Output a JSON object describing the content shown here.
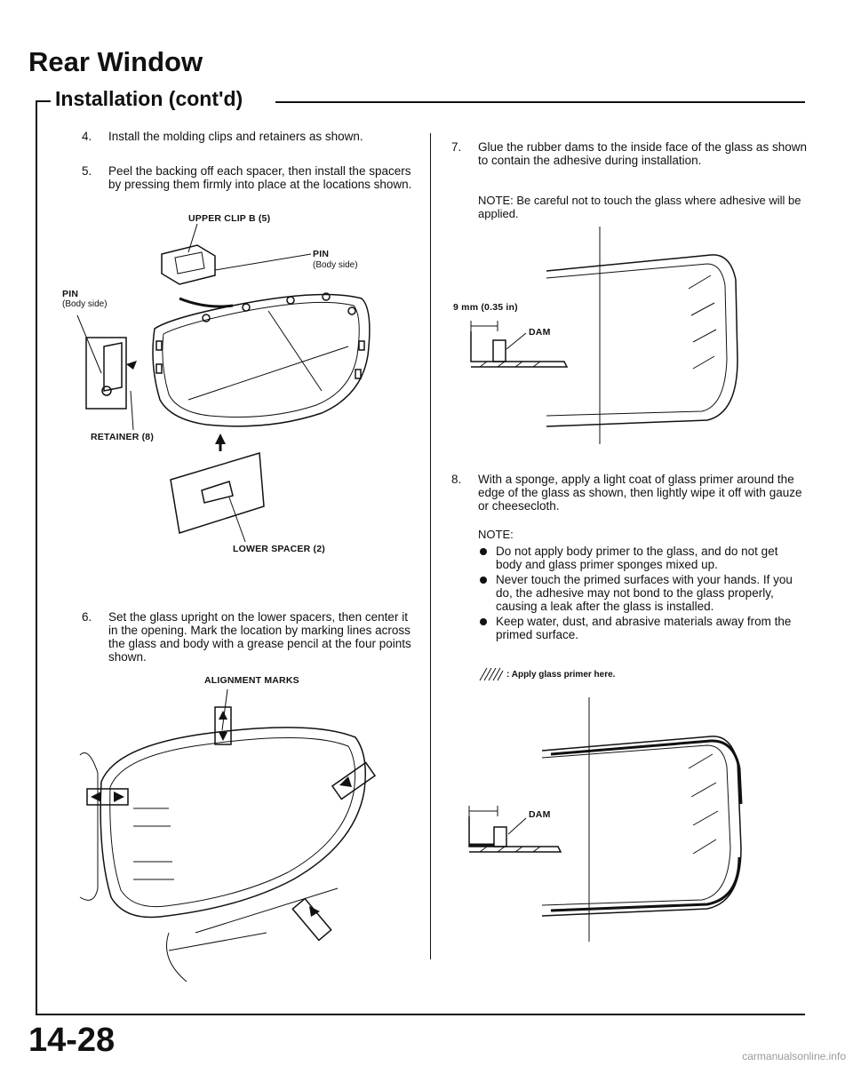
{
  "header": {
    "title": "Rear Window",
    "section": "Installation (cont'd)"
  },
  "left": {
    "step4": {
      "num": "4.",
      "text": "Install the molding clips and retainers as shown."
    },
    "step5": {
      "num": "5.",
      "text": "Peel the backing off each spacer, then install the spacers by pressing them firmly into place at the locations shown."
    },
    "fig1": {
      "upper_clip": "UPPER CLIP B (5)",
      "pin_right": "PIN",
      "pin_right_sub": "(Body side)",
      "pin_left": "PIN",
      "pin_left_sub": "(Body side)",
      "retainer": "RETAINER (8)",
      "lower_spacer": "LOWER SPACER (2)"
    },
    "step6": {
      "num": "6.",
      "text": "Set the glass upright on the lower spacers, then center it in the opening. Mark the location by marking lines across the glass and body with a grease pencil at the four points shown."
    },
    "fig2": {
      "alignment_marks": "ALIGNMENT MARKS"
    }
  },
  "right": {
    "step7": {
      "num": "7.",
      "text": "Glue the rubber dams to the inside face of the glass as shown to contain the adhesive during installation."
    },
    "note7": "NOTE: Be careful not to touch the glass where adhesive will be applied.",
    "fig3": {
      "dimension": "9 mm (0.35 in)",
      "dam": "DAM"
    },
    "step8": {
      "num": "8.",
      "text": "With a sponge, apply a light coat of glass primer around the edge of the glass as shown, then lightly wipe it off with gauze or cheesecloth."
    },
    "note_heading": "NOTE:",
    "notes": [
      "Do not apply body primer to the glass, and do not get body and glass primer sponges mixed up.",
      "Never touch the primed surfaces with your hands. If you do, the adhesive may not bond to the glass properly, causing a leak after the glass is installed.",
      "Keep water, dust, and abrasive materials away from the primed surface."
    ],
    "legend": ": Apply glass primer here.",
    "fig4": {
      "dam": "DAM"
    }
  },
  "footer": {
    "page_number": "14-28",
    "watermark": "carmanualsonline.info"
  }
}
